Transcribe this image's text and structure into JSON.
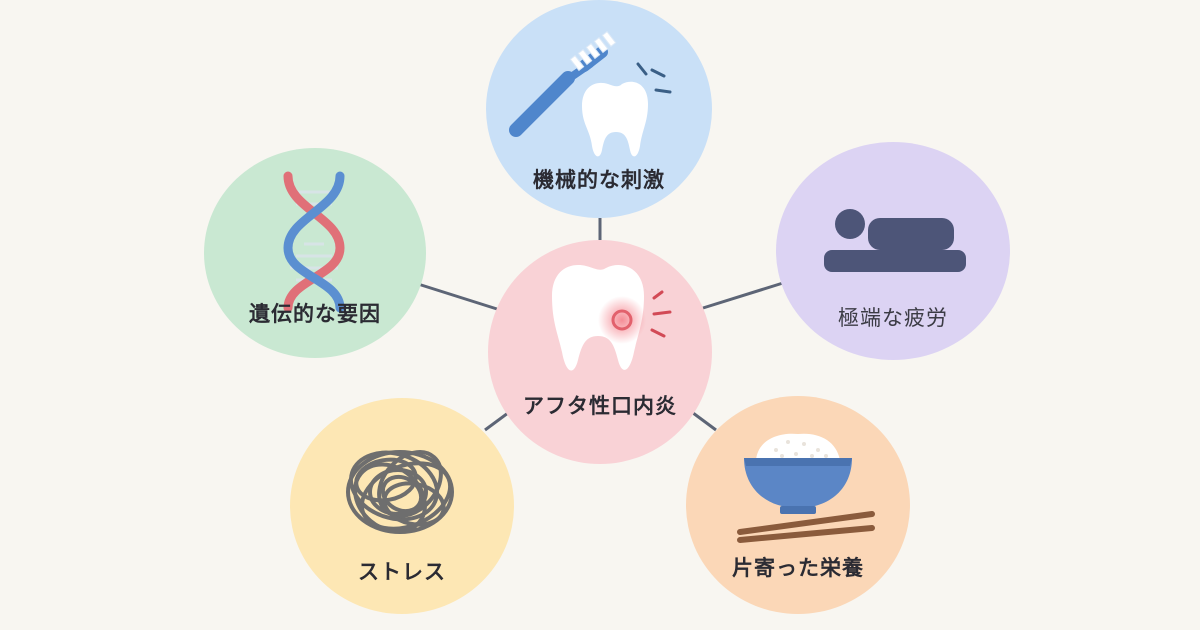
{
  "center": {
    "label": "アフタ性口内炎",
    "icon": "inflamed-tooth-icon",
    "color": "#f9d2d6"
  },
  "causes": [
    {
      "id": "mechanical",
      "label": "機械的な刺激",
      "icon": "toothbrush-tooth-icon",
      "color": "#c9e0f7"
    },
    {
      "id": "genetic",
      "label": "遺伝的な要因",
      "icon": "dna-icon",
      "color": "#c9e8d2"
    },
    {
      "id": "fatigue",
      "label": "極端な疲労",
      "icon": "sleeping-person-icon",
      "color": "#dcd3f3"
    },
    {
      "id": "stress",
      "label": "ストレス",
      "icon": "tangled-scribble-icon",
      "color": "#fde7b4"
    },
    {
      "id": "nutrition",
      "label": "片寄った栄養",
      "icon": "rice-bowl-chopsticks-icon",
      "color": "#fbd7b7"
    }
  ],
  "connector_color": "#5d6576"
}
